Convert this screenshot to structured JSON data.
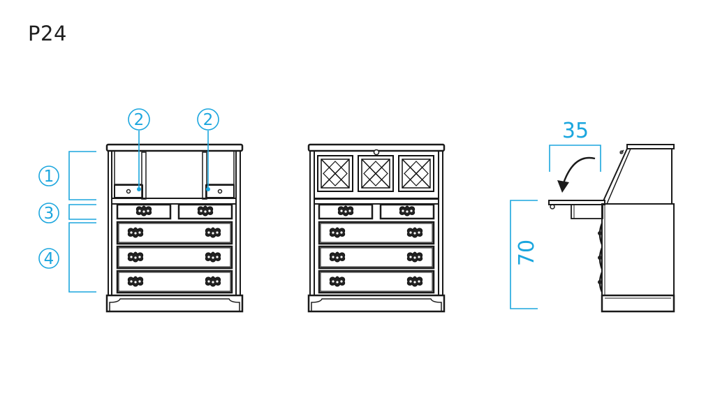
{
  "title": "P24",
  "callouts": {
    "c1": "1",
    "c2a": "2",
    "c2b": "2",
    "c3": "3",
    "c4": "4"
  },
  "dimensions": {
    "depth_open": "35",
    "height": "70"
  },
  "colors": {
    "accent": "#1ba6de",
    "ink": "#1a1a1a"
  }
}
